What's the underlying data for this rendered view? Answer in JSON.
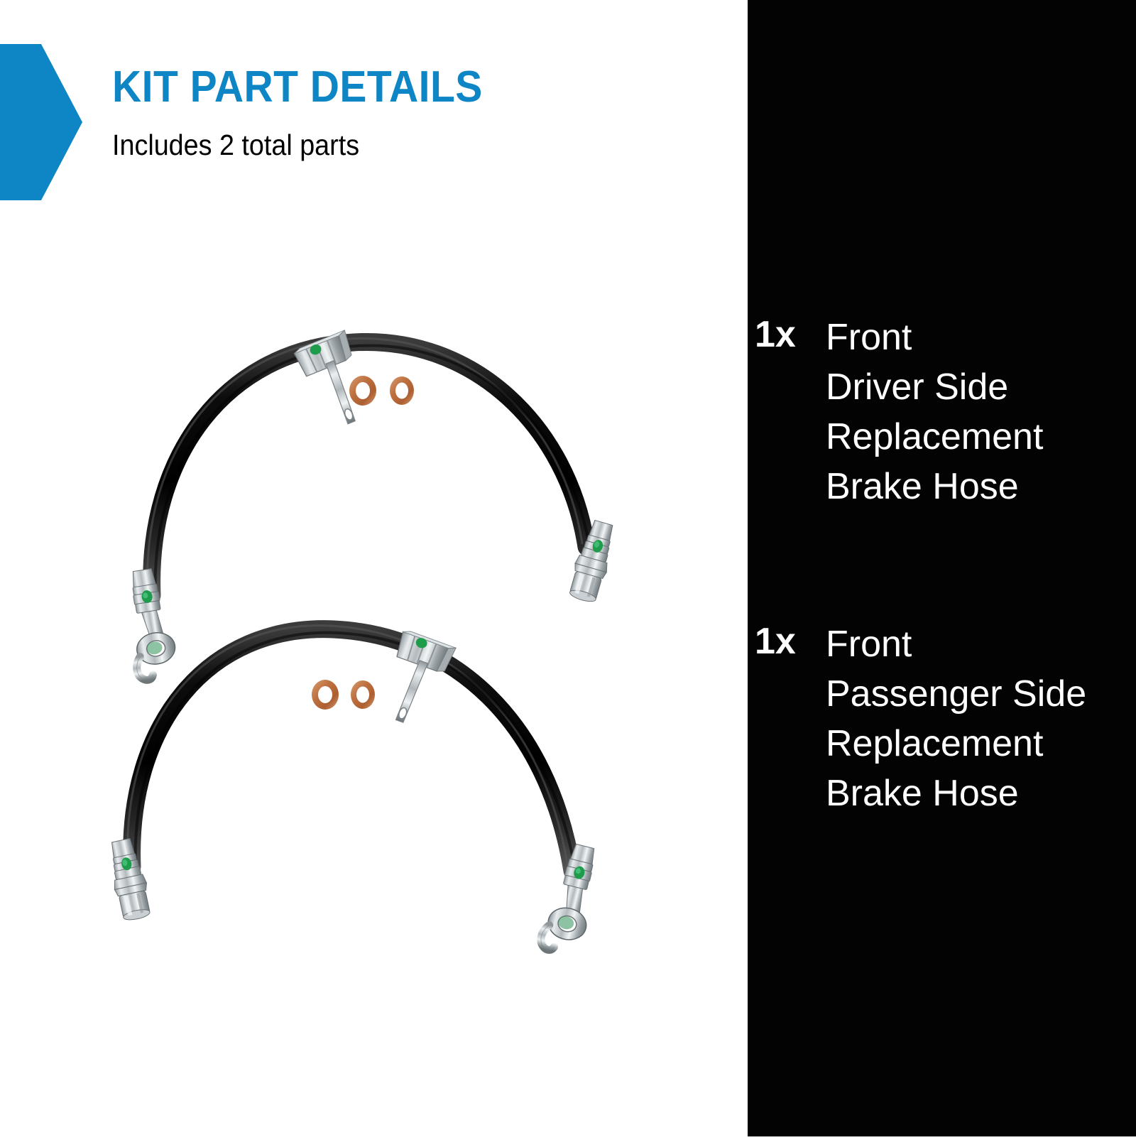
{
  "header": {
    "title": "KIT PART DETAILS",
    "subtitle": "Includes 2 total parts",
    "accent_color": "#0E85C4",
    "arrow_icon": "pentagon-arrow-icon"
  },
  "side_panel": {
    "background_color": "#030303",
    "text_color": "#FFFFFF",
    "parts": [
      {
        "quantity": "1x",
        "lines": [
          "Front",
          "Driver Side",
          "Replacement",
          "Brake Hose"
        ]
      },
      {
        "quantity": "1x",
        "lines": [
          "Front",
          "Passenger Side",
          "Replacement",
          "Brake Hose"
        ]
      }
    ]
  },
  "product_photo": {
    "background_color": "#FFFFFF",
    "hose_color": "#111111",
    "fitting_color": "#BFC4C7",
    "washer_color": "#C1784B",
    "paint_mark_color": "#1E9B4B",
    "items": [
      {
        "name": "driver-side-brake-hose",
        "orientation": "banjo-end-left",
        "washer_count": 2
      },
      {
        "name": "passenger-side-brake-hose",
        "orientation": "banjo-end-right",
        "washer_count": 2
      }
    ]
  }
}
